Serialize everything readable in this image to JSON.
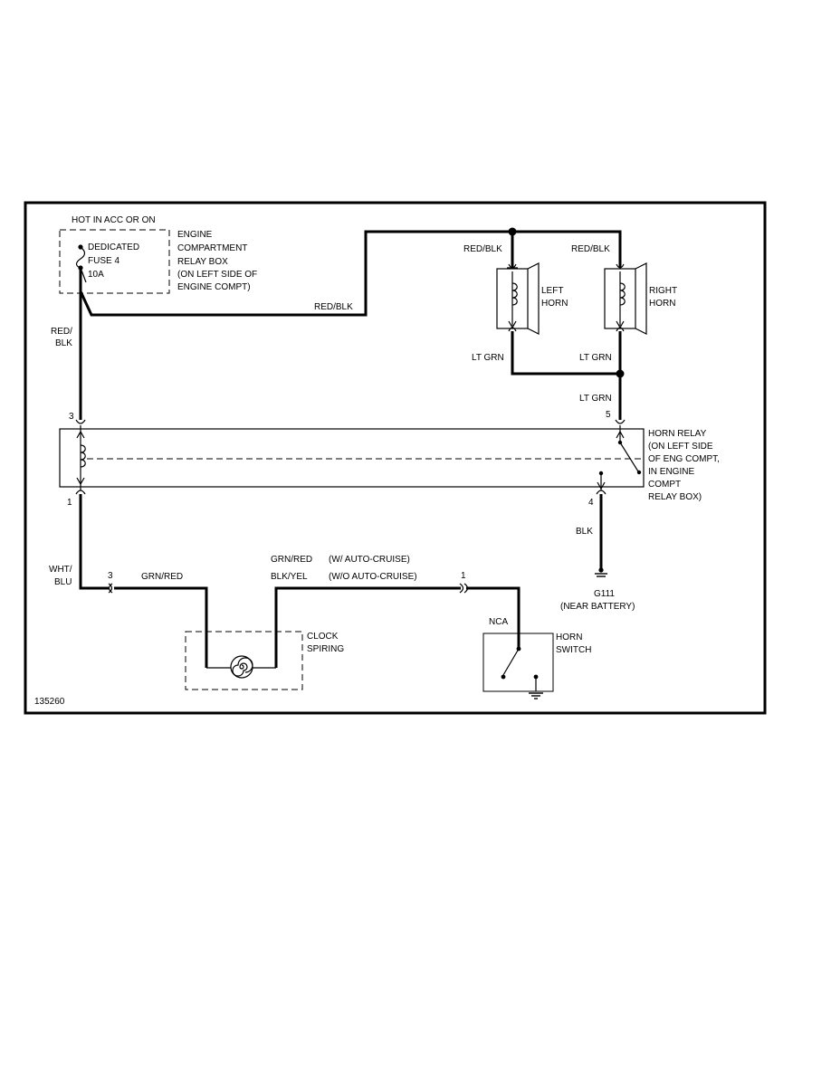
{
  "power": {
    "label": "HOT IN ACC OR ON"
  },
  "fuse": {
    "line1": "DEDICATED",
    "line2": "FUSE 4",
    "rating": "10A"
  },
  "relay_box": {
    "lines": [
      "ENGINE",
      "COMPARTMENT",
      "RELAY BOX",
      "(ON LEFT SIDE OF",
      "ENGINE COMPT)"
    ]
  },
  "wires": {
    "fuse_to_horns": "RED/BLK",
    "left_horn_feed": "RED/BLK",
    "right_horn_feed": "RED/BLK",
    "relay_feed": [
      "RED/",
      "BLK"
    ],
    "left_horn_return": "LT GRN",
    "right_horn_return": "LT GRN",
    "relay_switch": "LT GRN",
    "relay_ground": "BLK",
    "relay_to_connector": [
      "WHT/",
      "BLU"
    ],
    "clock_in": "GRN/RED",
    "clock_out_a": "GRN/RED",
    "clock_out_a_note": "(W/ AUTO-CRUISE)",
    "clock_out_b": "BLK/YEL",
    "clock_out_b_note": "(W/O AUTO-CRUISE)"
  },
  "horns": {
    "left": [
      "LEFT",
      "HORN"
    ],
    "right": [
      "RIGHT",
      "HORN"
    ]
  },
  "relay": {
    "lines": [
      "HORN RELAY",
      "(ON LEFT SIDE",
      "OF ENG COMPT,",
      "IN ENGINE",
      "COMPT",
      "RELAY BOX)"
    ]
  },
  "pins": {
    "relay_3": "3",
    "relay_1": "1",
    "relay_5": "5",
    "relay_4": "4",
    "conn_3": "3",
    "conn_1": "1"
  },
  "ground": {
    "id": "G111",
    "note": "(NEAR BATTERY)"
  },
  "clock_spring": [
    "CLOCK",
    "SPIRING"
  ],
  "horn_switch": {
    "tag": "NCA",
    "lines": [
      "HORN",
      "SWITCH"
    ]
  },
  "figure_id": "135260"
}
